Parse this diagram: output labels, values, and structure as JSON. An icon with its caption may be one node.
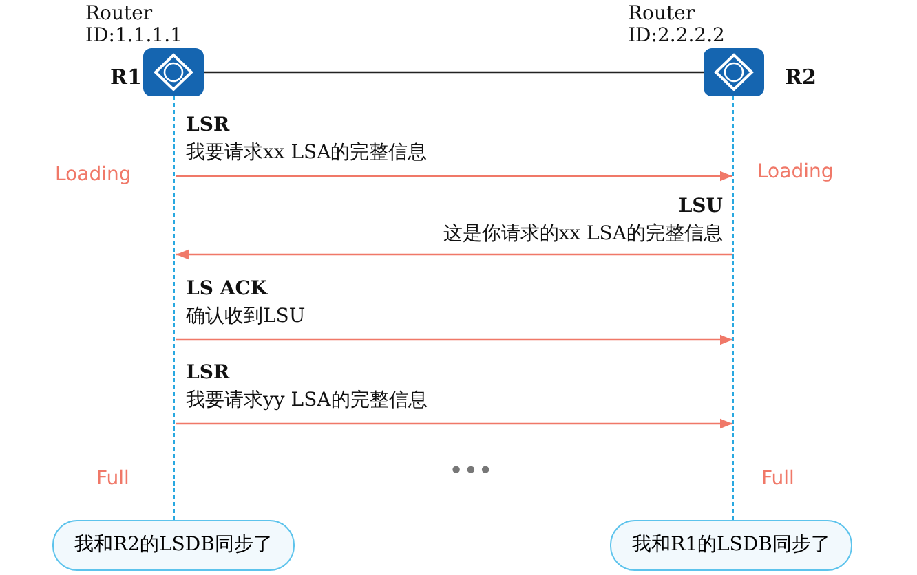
{
  "diagram": {
    "nodes": [
      {
        "text": [
          "R1"
        ],
        "beside": [
          "Router ID:1.1.1.1"
        ]
      },
      {
        "text": [
          "R2"
        ],
        "beside": [
          "Router ID:2.2.2.2"
        ]
      },
      {
        "text": [],
        "shape": "bar"
      },
      {
        "text": [],
        "shape": "bar"
      },
      {
        "text": [
          "我和R2的LSDB同步了"
        ]
      },
      {
        "text": [
          "我和R1的LSDB同步了"
        ]
      }
    ],
    "edges": [
      {
        "from": 0,
        "to": 1,
        "arrow": "none",
        "color": "#222222"
      },
      {
        "from": 2,
        "to": 3,
        "arrow": "to"
      },
      {
        "from": 3,
        "to": 2,
        "arrow": "to"
      },
      {
        "from": 2,
        "to": 3,
        "arrow": "to"
      },
      {
        "from": 2,
        "to": 3,
        "arrow": "to"
      }
    ],
    "labels": [
      "LSR",
      "我要请求xx LSA的完整信息",
      "Loading",
      "Loading",
      "LSU",
      "这是你请求的xx LSA的完整信息",
      "LS ACK",
      "确认收到LSU",
      "LSR",
      "我要请求yy LSA的完整信息",
      "Full",
      "•••",
      "Full"
    ]
  }
}
